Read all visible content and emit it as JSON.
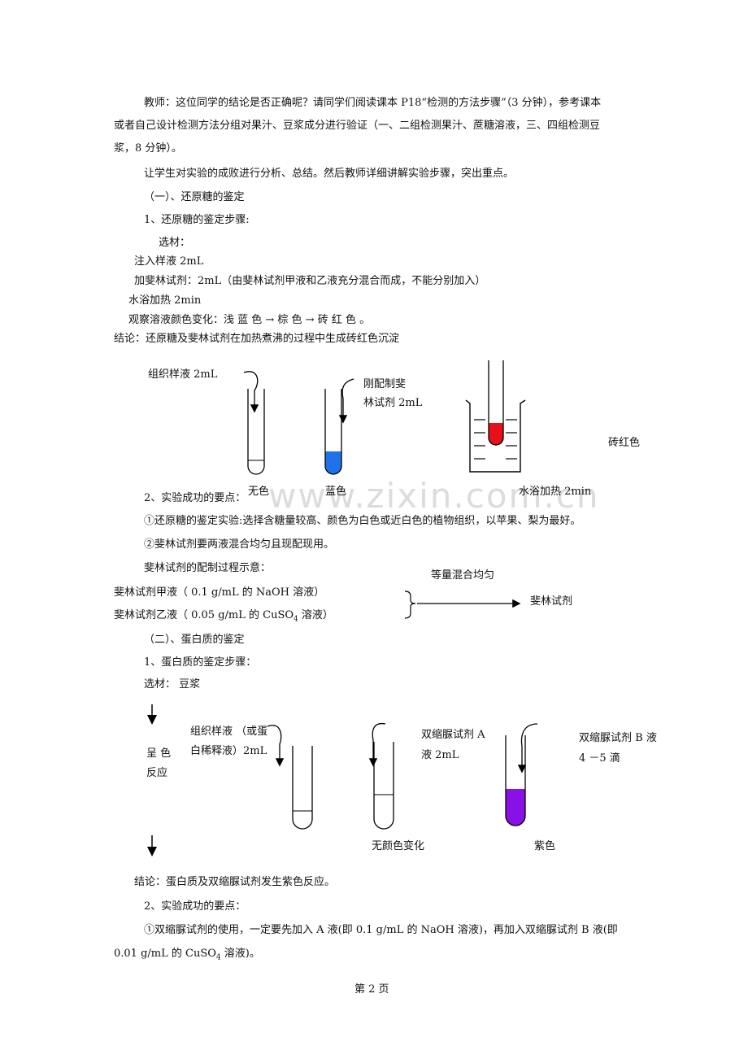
{
  "para1_l1": "教师：这位同学的结论是否正确呢？请同学们阅读课本 P18“检测的方法步骤”（3 分钟），参考课本",
  "para1_l2": "或者自己设计检测方法分组对果汁、豆浆成分进行验证（一、二组检测果汁、蔗糖溶液，三、四组检测豆",
  "para1_l3": "浆，8 分钟）。",
  "para2": "让学生对实验的成败进行分析、总结。然后教师详细讲解实验步骤，突出重点。",
  "sec1_title": "（一）、还原糖的鉴定",
  "sec1_step_title": "1、还原糖的鉴定步骤:",
  "sec1_steps": {
    "s1": "选材：",
    "s2": "注入样液 2mL",
    "s3": "加斐林试剂：2mL（由斐林试剂甲液和乙液充分混合而成，不能分别加入）",
    "s4": "水浴加热 2min",
    "s5": "观察溶液颜色变化：浅 蓝 色 → 棕 色 → 砖 红 色 。"
  },
  "sec1_conclusion": "结论：还原糖及斐林试剂在加热煮沸的过程中生成砖红色沉淀",
  "fig1": {
    "label_sample": "组织样液 2mL",
    "label_reagent_l1": "刚配制斐",
    "label_reagent_l2": "林试剂 2mL",
    "label_brickred": "砖红色",
    "cap_colorless": "无色",
    "cap_blue": "蓝色",
    "cap_waterbath": "水浴加热 2min",
    "colors": {
      "blue": "#1e73e8",
      "red": "#e8101a"
    }
  },
  "sec1_keypoints_title": "2、实验成功的要点：",
  "sec1_kp1": "①还原糖的鉴定实验:选择含糖量较高、颜色为白色或近白色的植物组织，以苹果、梨为最好。",
  "sec1_kp2": "②斐林试剂要两液混合均匀且现配现用。",
  "prep_title": "斐林试剂的配制过程示意：",
  "prep_a": "斐林试剂甲液（ 0.1 g/mL 的 NaOH 溶液）",
  "prep_b_pre": "斐林试剂乙液（ 0.05 g/mL 的 CuSO",
  "prep_b_sub": "4",
  "prep_b_post": " 溶液）",
  "prep_mix": "等量混合均匀",
  "prep_result": "斐林试剂",
  "sec2_title": "（二）、蛋白质的鉴定",
  "sec2_step_title": "1、蛋白质的鉴定步骤：",
  "sec2_material": "选材：  豆浆",
  "fig2": {
    "side_l1": "呈  色",
    "side_l2": "反应",
    "sample_l1": "组织样液  （或蛋",
    "sample_l2": "白稀释液）2mL",
    "reagentA_l1": "双缩脲试剂 A",
    "reagentA_l2": "液 2mL",
    "reagentB_l1": "双缩脲试剂 B 液",
    "reagentB_l2": "4  －5 滴",
    "cap_nochange": "无颜色变化",
    "cap_purple": "紫色",
    "colors": {
      "purple": "#8a10e8"
    }
  },
  "sec2_conclusion": "结论：蛋白质及双缩脲试剂发生紫色反应。",
  "sec2_keypoints_title": "2、实验成功的要点：",
  "sec2_kp1_l1": "①双缩脲试剂的使用，一定要先加入 A 液(即 0.1 g/mL 的 NaOH 溶液)，再加入双缩脲试剂 B 液(即",
  "sec2_kp1_l2_pre": "0.01 g/mL 的 CuSO",
  "sec2_kp1_l2_sub": "4",
  "sec2_kp1_l2_post": " 溶液)。",
  "footer": "第 2 页",
  "watermark": "www.zixin.com.cn"
}
